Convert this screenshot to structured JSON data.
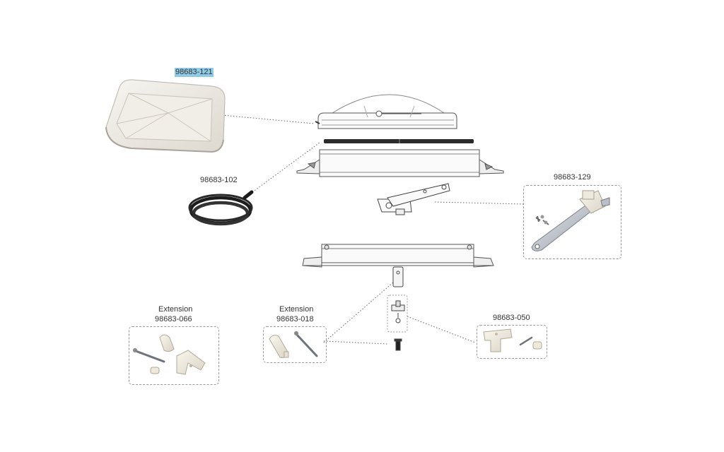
{
  "parts": {
    "cover": {
      "number": "98683-121"
    },
    "seal": {
      "number": "98683-102"
    },
    "crank_arm": {
      "number": "98683-129"
    },
    "handle_kit": {
      "number": "98683-050"
    },
    "extension_066": {
      "title": "Extension",
      "number": "98683-066"
    },
    "extension_018": {
      "title": "Extension",
      "number": "98683-018"
    }
  },
  "colors": {
    "highlight": "#8fcbe6",
    "leader_line": "#666666",
    "panel_border": "#999999",
    "part_white": "#eeeae4",
    "metal": "#c8ccd2"
  }
}
